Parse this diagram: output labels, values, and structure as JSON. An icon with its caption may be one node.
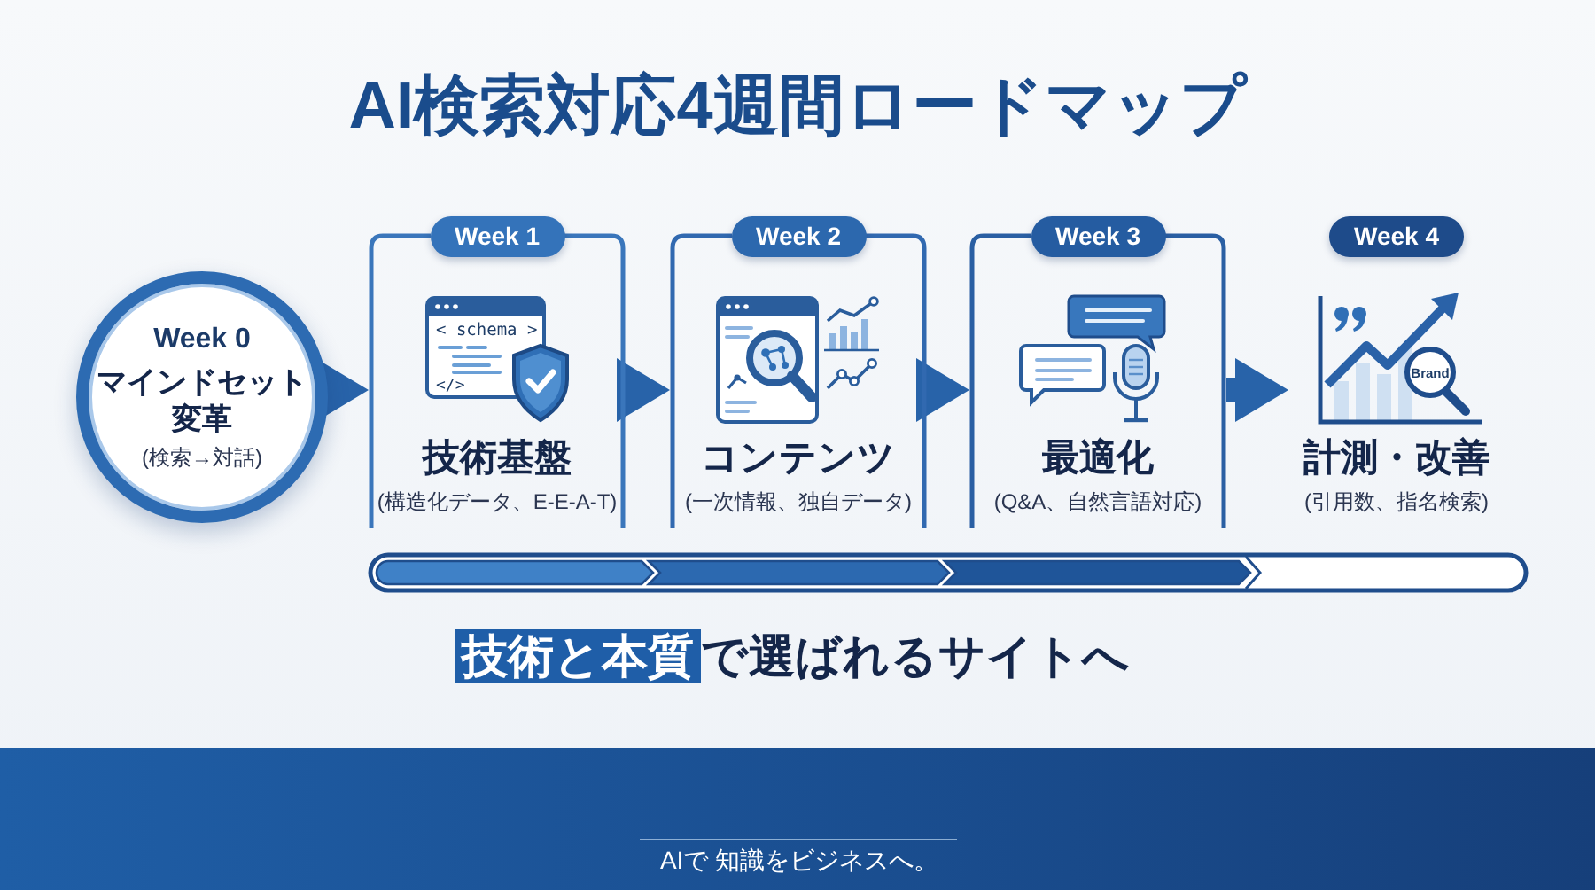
{
  "diagram": {
    "title": "AI検索対応4週間ロードマップ",
    "nodes": [
      {
        "text": [
          "Week 0",
          "マインドセット変革",
          "(検索→対話)"
        ]
      },
      {
        "text": [
          "Week 1",
          "技術基盤",
          "(構造化データ、E-E-A-T)"
        ]
      },
      {
        "text": [
          "Week 2",
          "コンテンツ",
          "(一次情報、独自データ)"
        ]
      },
      {
        "text": [
          "Week 3",
          "最適化",
          "(Q&A、自然言語対応)"
        ]
      },
      {
        "text": [
          "Week 4",
          "計測・改善",
          "(引用数、指名検索)"
        ]
      }
    ],
    "edges": [
      {
        "from": 0,
        "to": 1,
        "arrow": "to"
      },
      {
        "from": 1,
        "to": 2,
        "arrow": "to"
      },
      {
        "from": 2,
        "to": 3,
        "arrow": "to"
      },
      {
        "from": 3,
        "to": 4,
        "arrow": "to"
      }
    ],
    "labels": [
      "< schema >",
      "</>",
      "Brand",
      "**技術と本質**で選ばれるサイトへ",
      "AIで 知識をビジネスへ。"
    ]
  }
}
